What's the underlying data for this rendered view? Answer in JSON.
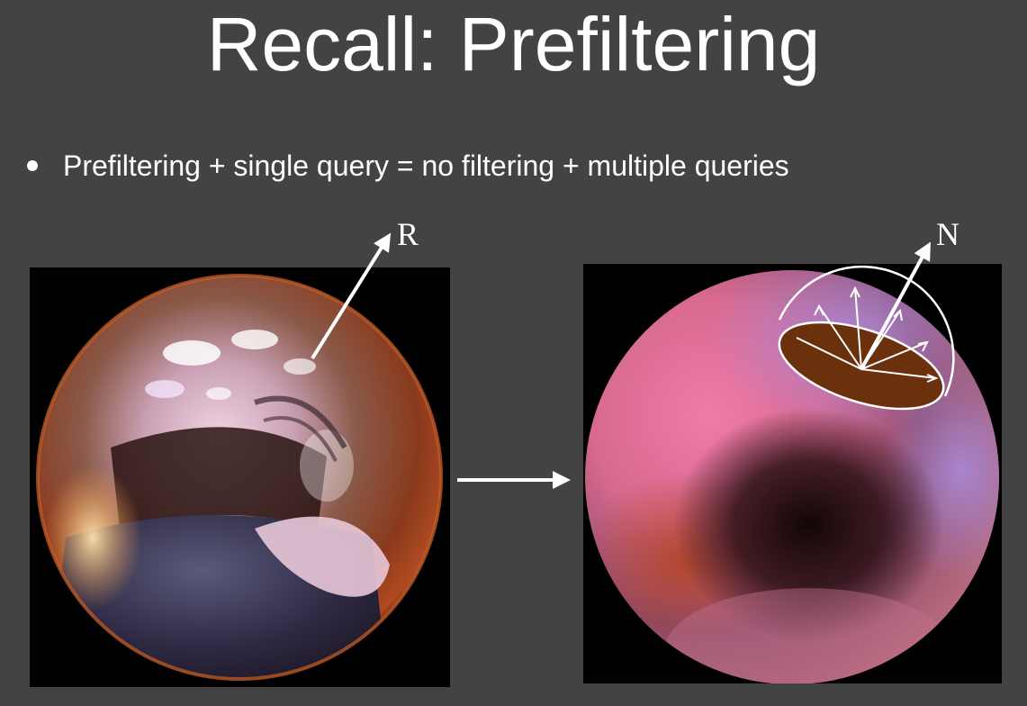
{
  "slide": {
    "title": "Recall: Prefiltering",
    "bullets": [
      {
        "text": "Prefiltering + single query = no filtering + multiple queries"
      }
    ]
  },
  "figures": {
    "left_label": "R",
    "right_label": "N"
  },
  "colors": {
    "background": "#434343",
    "text": "#ffffff",
    "panel": "#000000",
    "glossy_sphere_rim": "#7a2a12",
    "diffuse_sphere_pink": "#e46c98",
    "diffuse_sphere_dark": "#1a0a0a",
    "hemisphere_fill": "#6b300c"
  },
  "icons": {
    "bullet": "bullet-dot",
    "arrow": "right-arrow-icon"
  }
}
